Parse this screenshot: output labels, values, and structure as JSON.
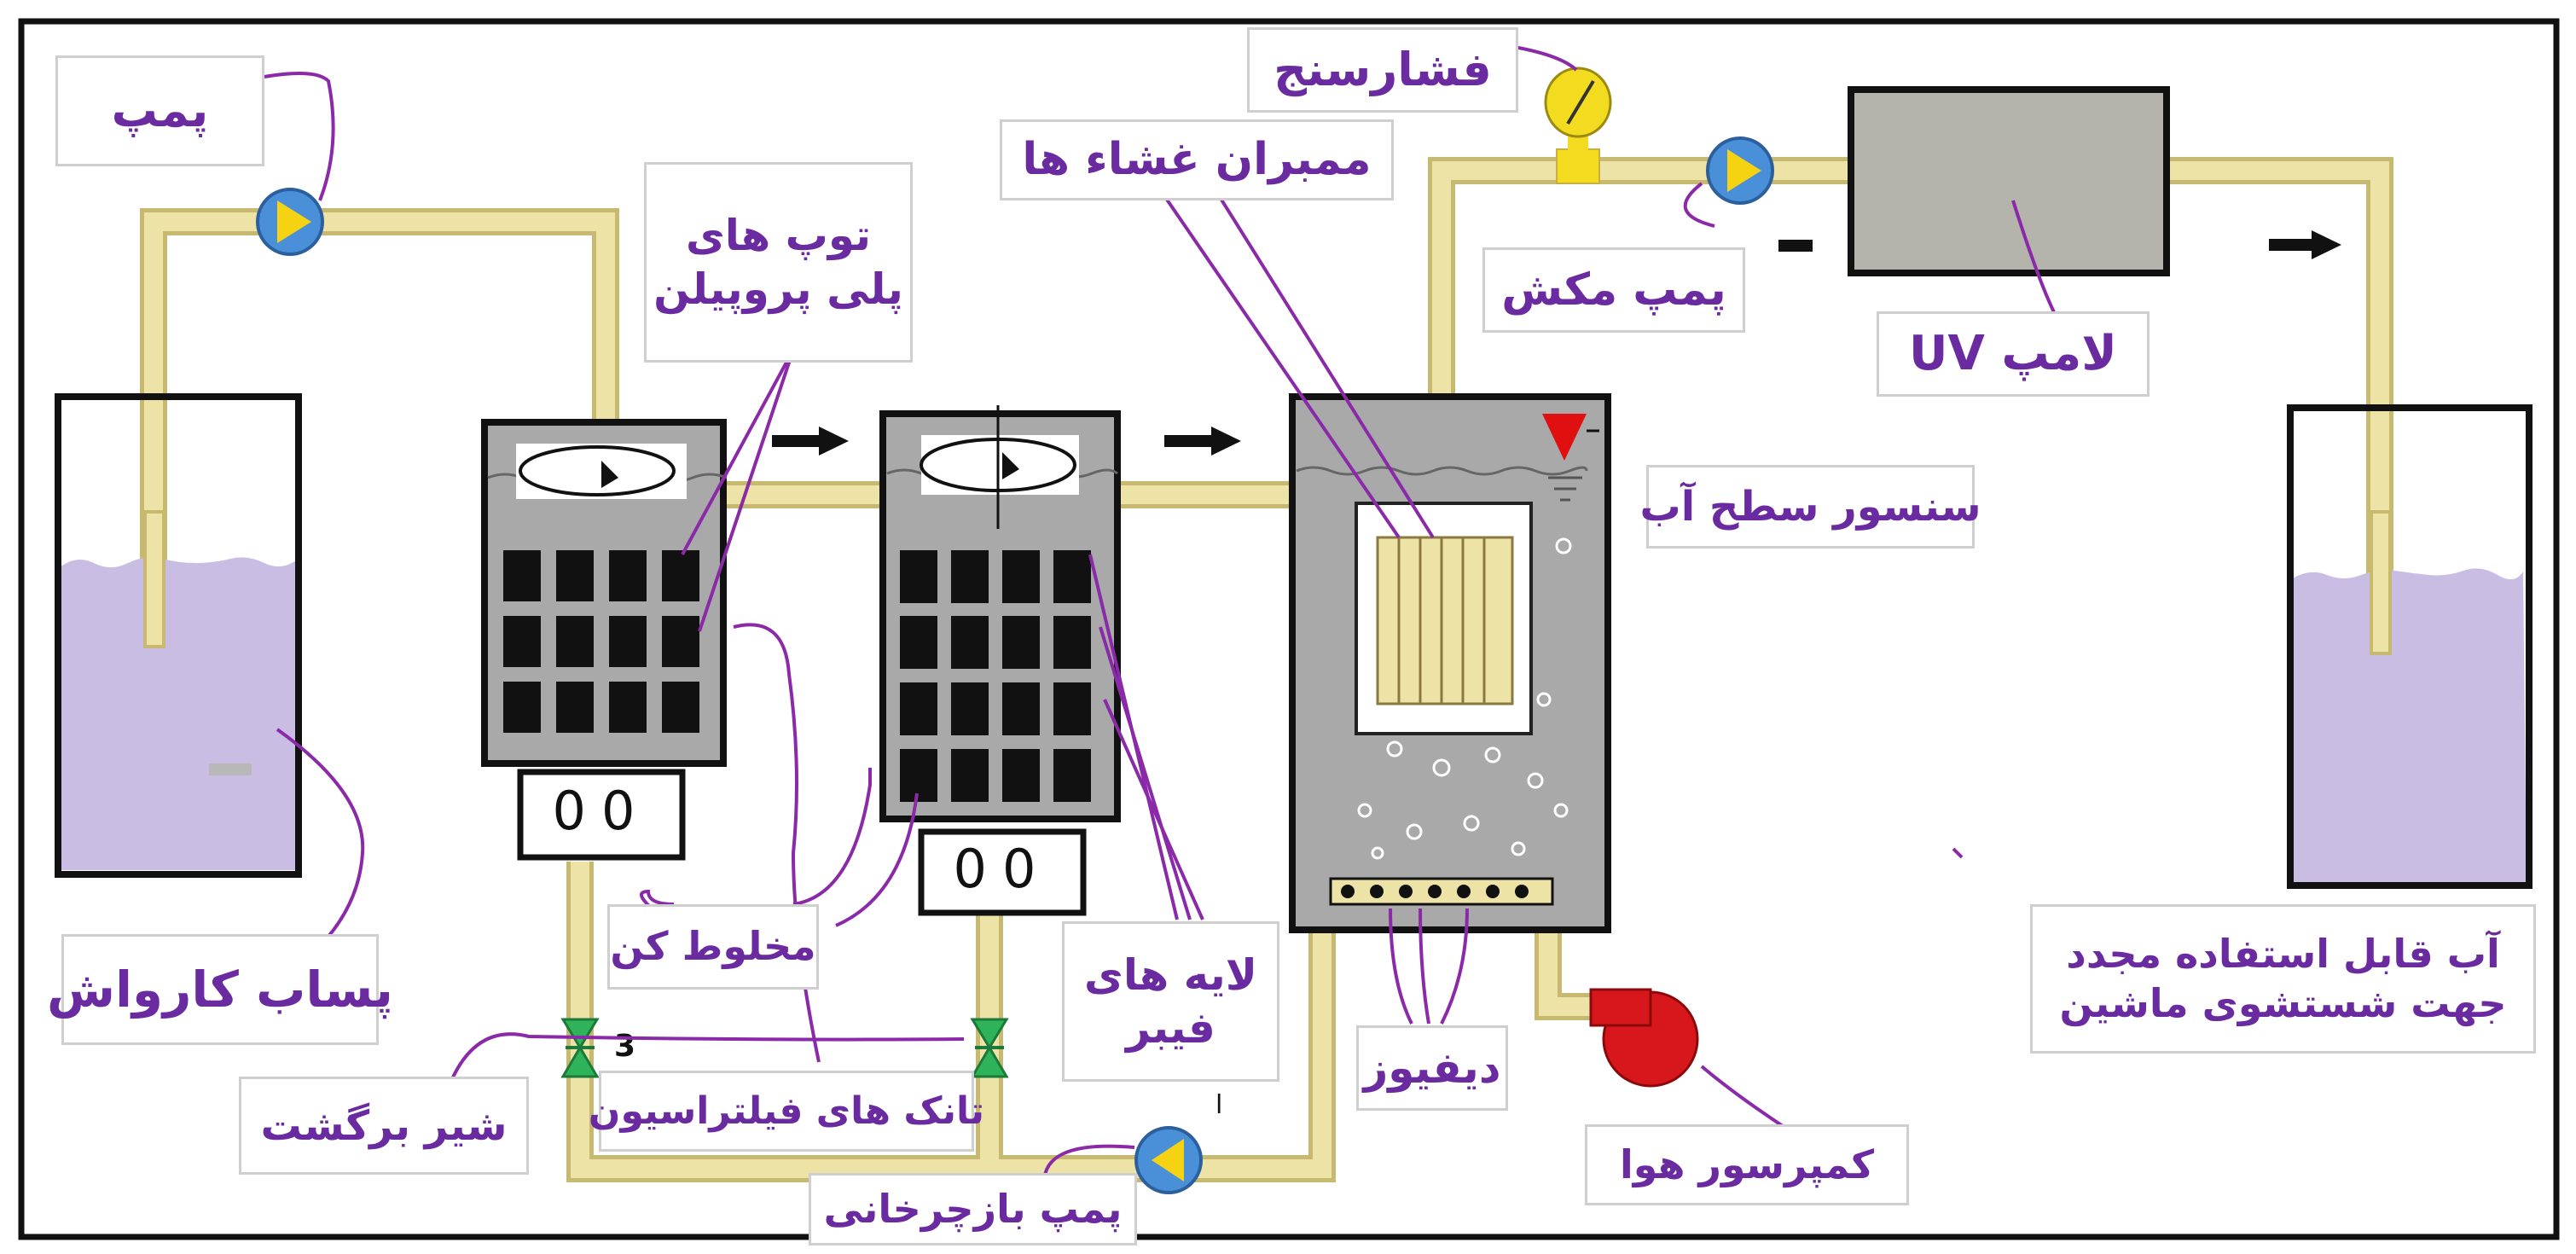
{
  "labels": {
    "pump": "پمپ",
    "pressure_gauge": "فشارسنج",
    "membrane": "ممبران غشاء ها",
    "polypropylene_balls_line1": "توپ های",
    "polypropylene_balls_line2": "پلی پروپیلن",
    "suction_pump": "پمپ مکش",
    "uv_lamp": "لامپ UV",
    "level_sensor": "سنسور سطح آب",
    "carwash_wastewater": "پساب کارواش",
    "mixer": "مخلوط کن",
    "fiber_layers_line1": "لایه های",
    "fiber_layers_line2": "فیبر",
    "diffuser": "دیفیوز",
    "reusable_water_line1": "آب قابل استفاده مجدد",
    "reusable_water_line2": "جهت شستشوی ماشین",
    "return_valve": "شیر برگشت",
    "filtration_tanks": "تانک های فیلتراسیون",
    "air_compressor": "کمپرسور هوا",
    "recirculation_pump": "پمپ بازچرخانی"
  },
  "misc": {
    "valve_number": "3",
    "mixer_display_left": "0",
    "mixer_display_right": "0",
    "tick_mark": "ا"
  },
  "colors": {
    "pipe": "#eee3a6",
    "pipe_edge": "#c8b970",
    "water": "#c9bde4",
    "tank_fill": "#a9a9a9",
    "label_text": "#6b2ba0",
    "leader_line": "#8b2aa8",
    "pump_blue": "#4a90d9",
    "pump_yellow": "#f5d312",
    "compressor_red": "#d8171d",
    "valve_green": "#2fb35a",
    "sensor_red": "#e01010",
    "gauge_yellow": "#f3dc20"
  }
}
